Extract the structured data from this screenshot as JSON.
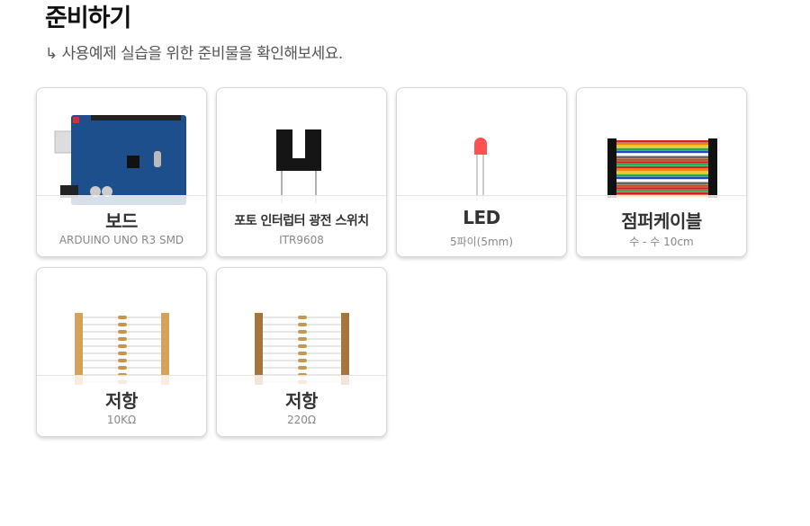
{
  "header": {
    "title": "준비하기",
    "subtitle": "↳ 사용예제 실습을 위한 준비물을 확인해보세요."
  },
  "items": [
    {
      "name": "보드",
      "spec": "ARDUINO UNO R3 SMD",
      "icon": "arduino-board-image"
    },
    {
      "name": "포토 인터럽터 광전 스위치",
      "spec": "ITR9608",
      "icon": "photo-interrupter-image"
    },
    {
      "name": "LED",
      "spec": "5파이(5mm)",
      "icon": "led-image"
    },
    {
      "name": "점퍼케이블",
      "spec": "수 - 수 10cm",
      "icon": "jumper-cable-image"
    },
    {
      "name": "저항",
      "spec": "10KΩ",
      "icon": "resistor-image"
    },
    {
      "name": "저항",
      "spec": "220Ω",
      "icon": "resistor-image"
    }
  ]
}
